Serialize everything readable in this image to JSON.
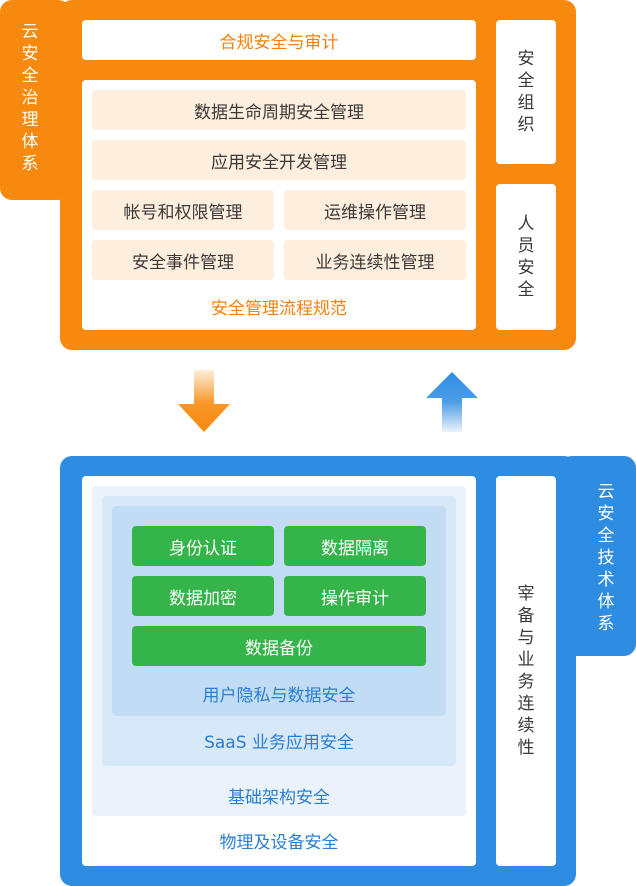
{
  "governance": {
    "title_chars": [
      "云",
      "安",
      "全",
      "治",
      "理",
      "体",
      "系"
    ],
    "compliance": "合规安全与审计",
    "process": {
      "items": [
        "数据生命周期安全管理",
        "应用安全开发管理",
        "帐号和权限管理",
        "运维操作管理",
        "安全事件管理",
        "业务连续性管理"
      ],
      "label": "安全管理流程规范"
    },
    "side": [
      {
        "chars": [
          "安",
          "全",
          "组",
          "织"
        ]
      },
      {
        "chars": [
          "人",
          "员",
          "安",
          "全"
        ]
      }
    ]
  },
  "technology": {
    "title_chars": [
      "云",
      "安",
      "全",
      "技",
      "术",
      "体",
      "系"
    ],
    "data_security": {
      "items": [
        "身份认证",
        "数据隔离",
        "数据加密",
        "操作审计",
        "数据备份"
      ],
      "label": "用户隐私与数据安全"
    },
    "saas_label": "SaaS 业务应用安全",
    "infra_label": "基础架构安全",
    "physical_label": "物理及设备安全",
    "side_chars": [
      "宰",
      "备",
      "与",
      "业",
      "务",
      "连",
      "续",
      "性"
    ]
  },
  "colors": {
    "orange": "#f78a0e",
    "orange_text": "#f57f0a",
    "cream": "#fdeedd",
    "blue": "#2e8de1",
    "blue_text": "#2a7fd4",
    "green": "#35b44a"
  },
  "arrows": [
    {
      "name": "arrow-down-icon",
      "direction": "down",
      "color": "#f78a0e"
    },
    {
      "name": "arrow-up-icon",
      "direction": "up",
      "color": "#2e8de1"
    }
  ]
}
